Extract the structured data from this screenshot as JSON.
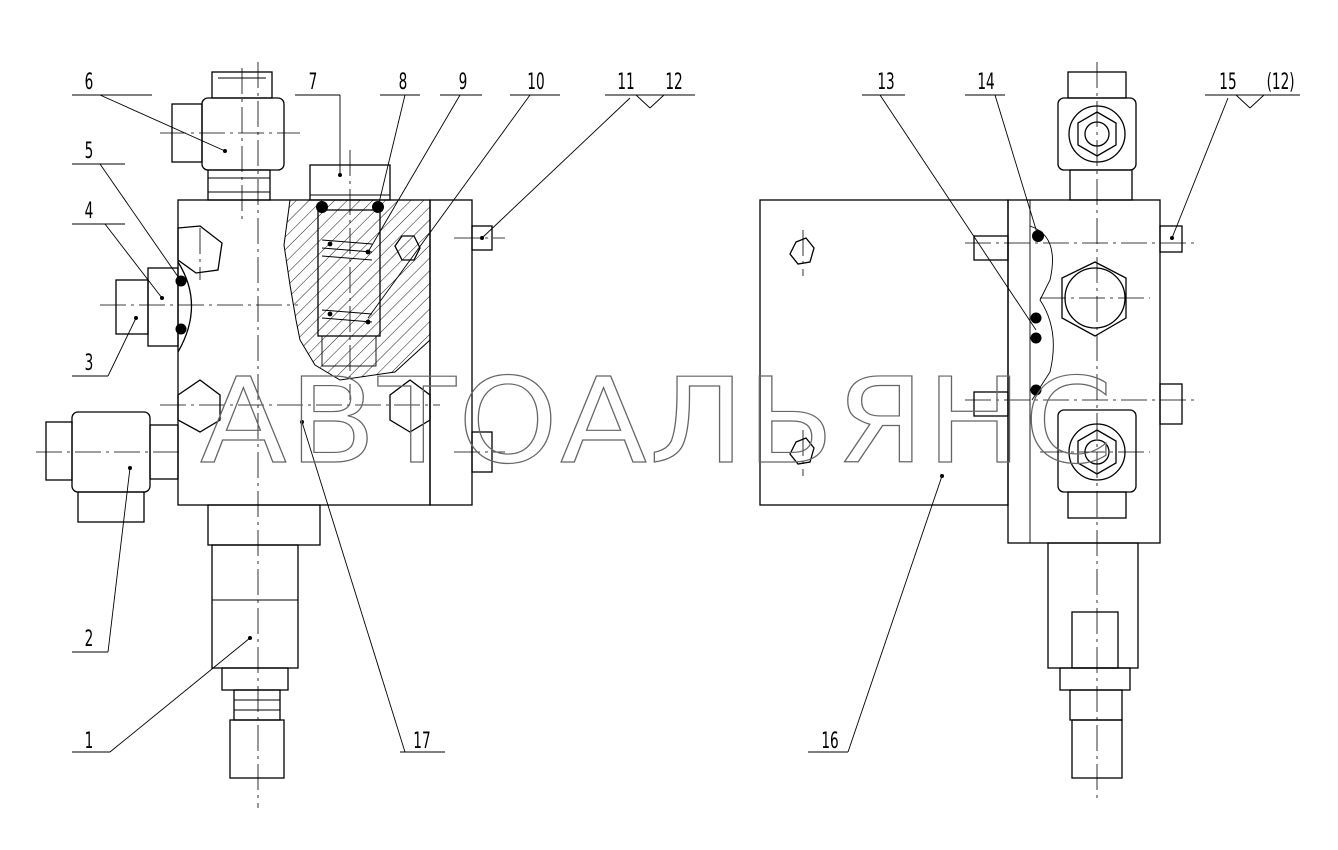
{
  "diagram": {
    "callouts": [
      "1",
      "2",
      "3",
      "4",
      "5",
      "6",
      "7",
      "8",
      "9",
      "10",
      "11",
      "12",
      "13",
      "14",
      "15",
      "(12)",
      "16",
      "17"
    ],
    "watermark": "АВТОАЛЬЯНС"
  }
}
